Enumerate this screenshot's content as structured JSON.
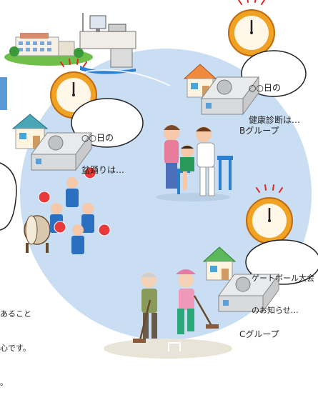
{
  "bubbles": {
    "a": {
      "line1": "○○日の",
      "line2": "盆踊りは…"
    },
    "b": {
      "line1": "○○日の",
      "line2": "健康診断は…"
    },
    "c": {
      "line1": "ゲートボール大会",
      "line2": "のお知らせ…"
    }
  },
  "groups": {
    "b": "Bグループ",
    "c": "Cグループ"
  },
  "side_text": {
    "line1": "あること",
    "line2": "心です。",
    "line3": "。"
  },
  "clocks": {
    "time_label": "12:00"
  },
  "colors": {
    "circle": "#c9ddf3",
    "clock_face": "#f0a224",
    "house_green_roof": "#5cb85c",
    "house_orange_roof": "#f08a3c",
    "house_teal_roof": "#4aa5b8"
  }
}
